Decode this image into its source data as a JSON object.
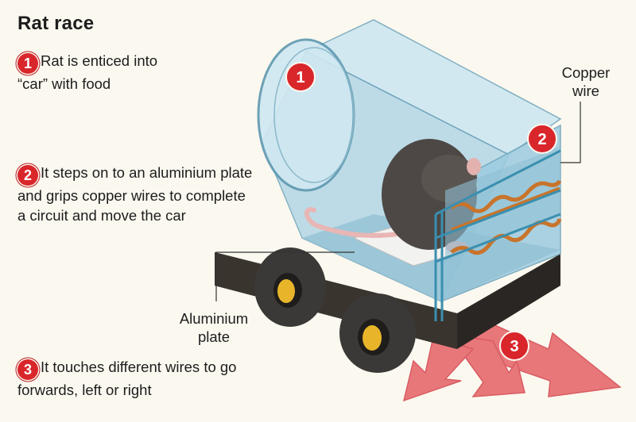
{
  "title": "Rat race",
  "steps": [
    {
      "number": "1",
      "text": "Rat is enticed into “car” with food"
    },
    {
      "number": "2",
      "text": "It steps on to an aluminium plate and grips copper wires to complete a circuit and move the car"
    },
    {
      "number": "3",
      "text": "It touches different wires to go forwards, left or right"
    }
  ],
  "callouts": {
    "copper_line1": "Copper",
    "copper_line2": "wire",
    "alu_line1": "Aluminium",
    "alu_line2": "plate"
  },
  "badges": {
    "b1": "1",
    "b2": "2",
    "b3": "3"
  },
  "colors": {
    "badge_red": "#d9262b",
    "arrow": "#e8777a",
    "glass": "#b9dbe9",
    "copper": "#c8742b",
    "wheel": "#3b3937",
    "hub": "#e8b52a"
  }
}
